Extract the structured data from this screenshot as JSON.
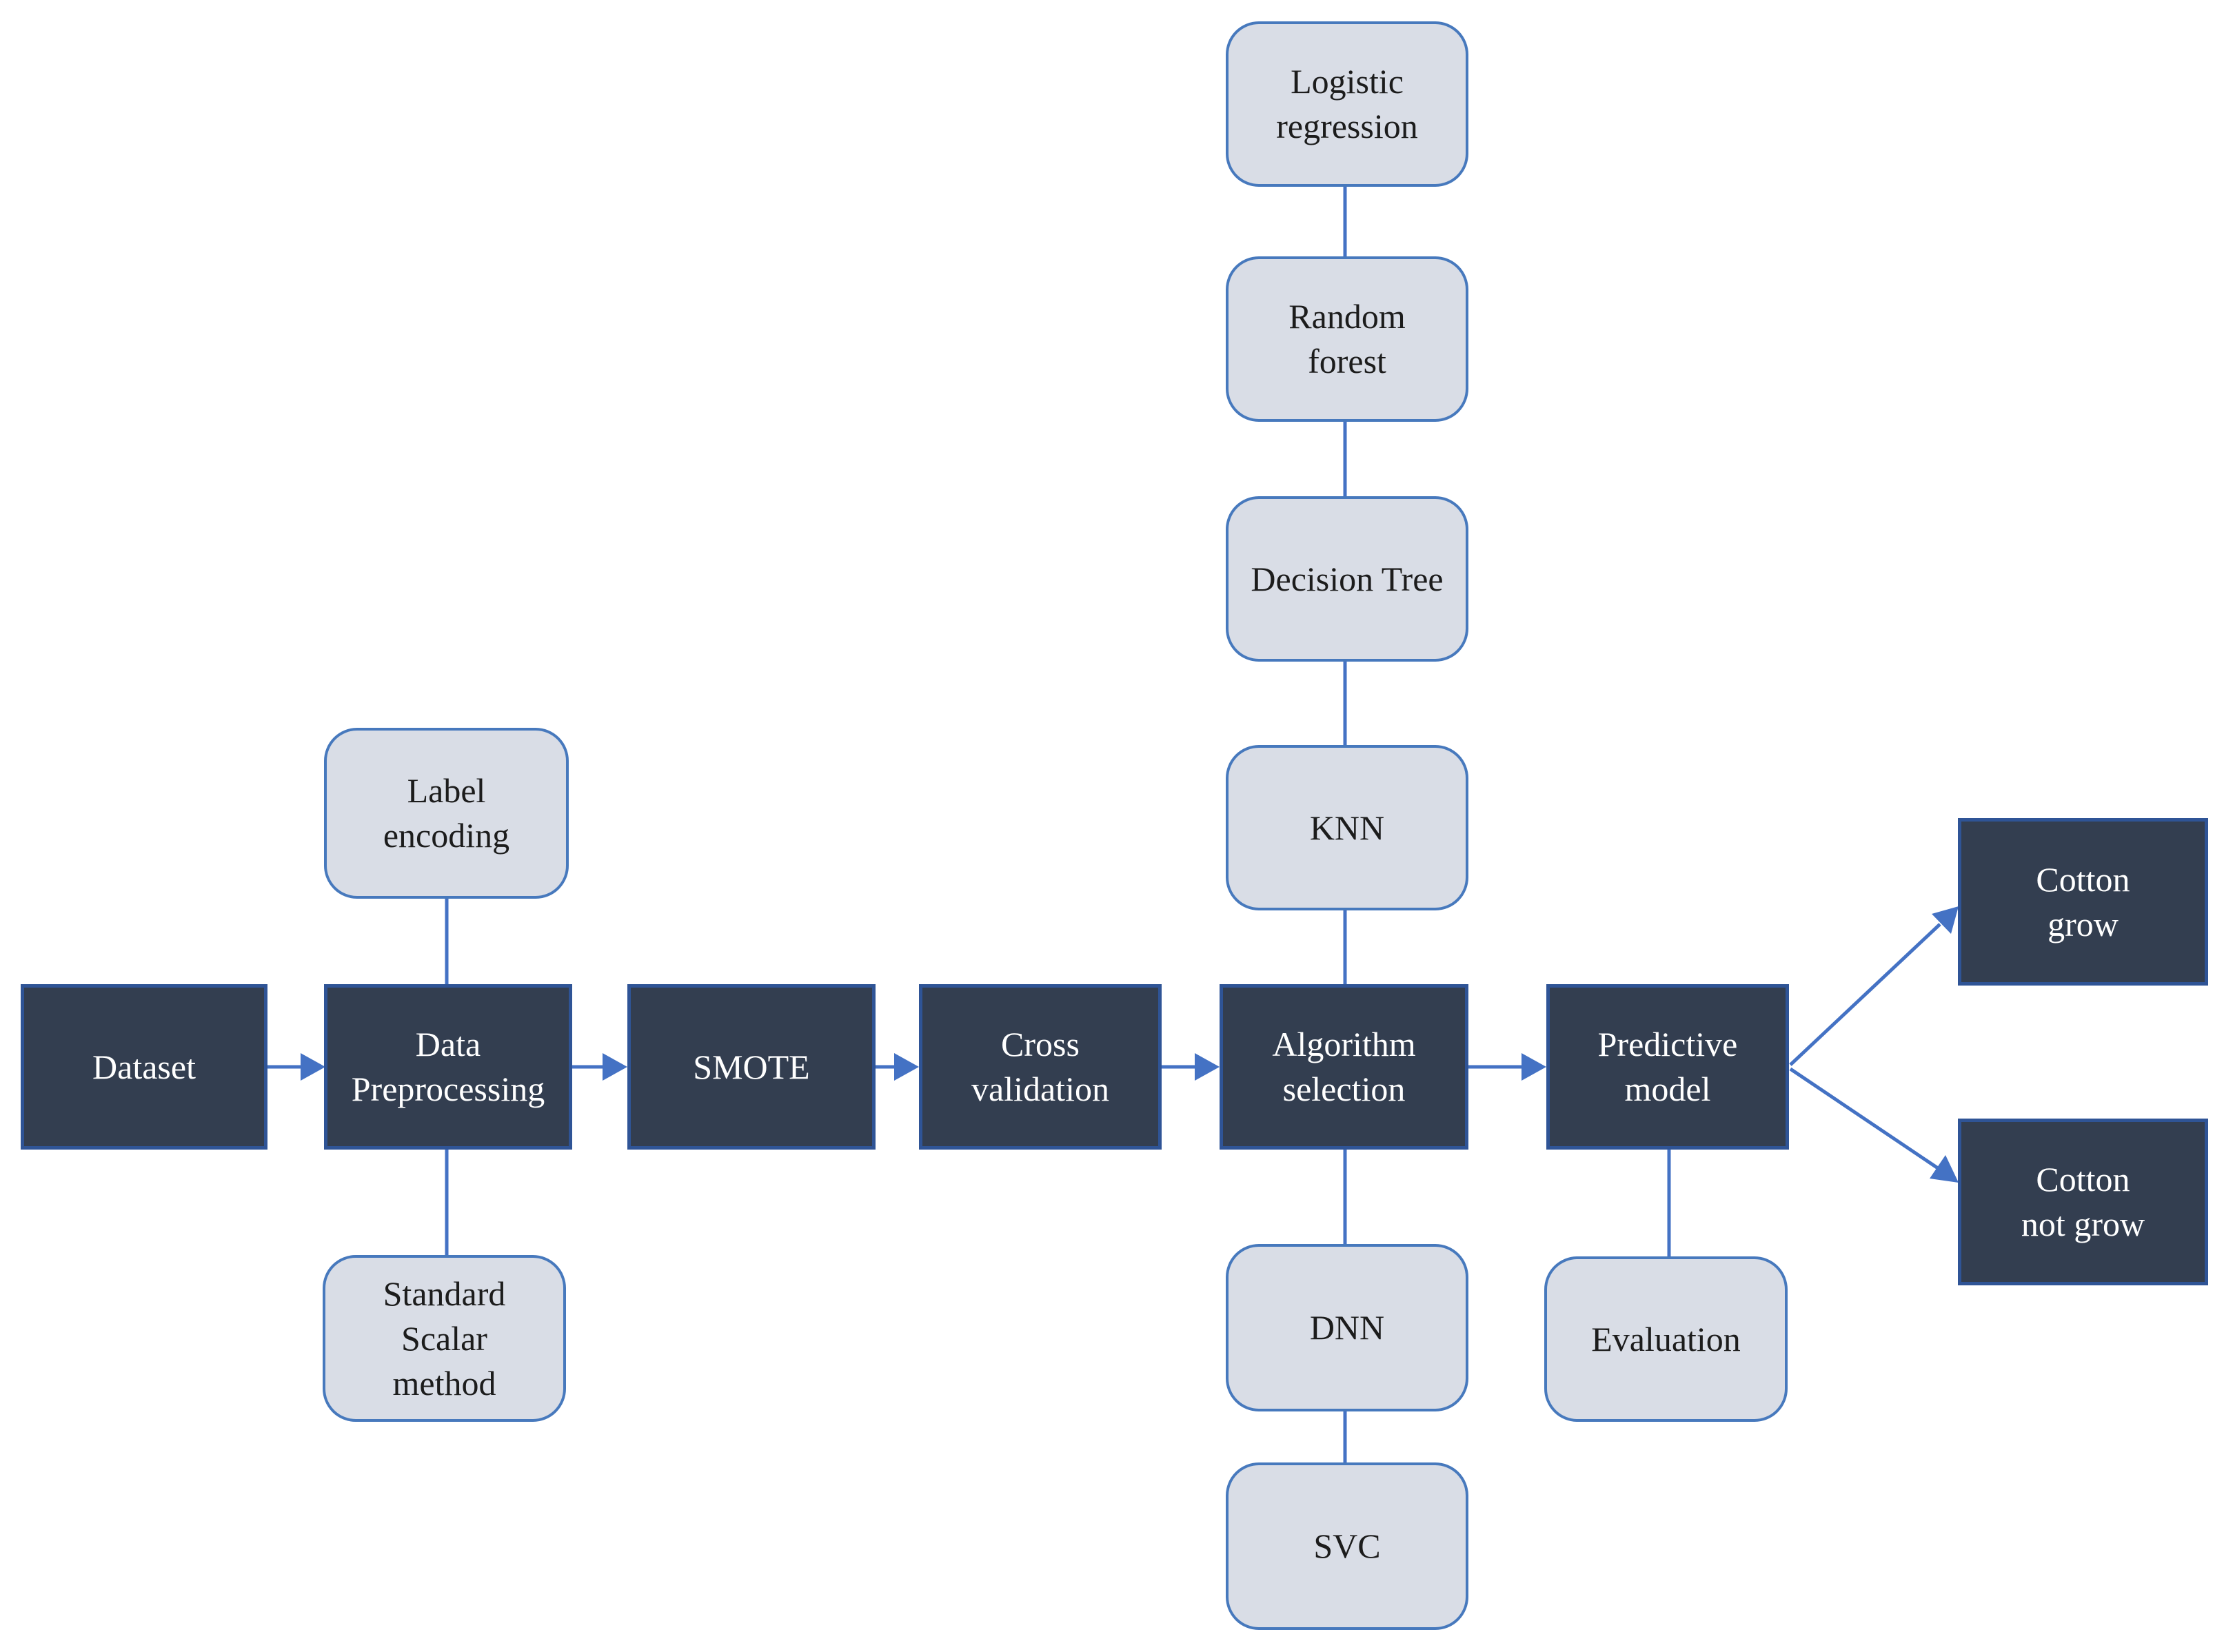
{
  "colors": {
    "accent": "#4472c4",
    "dark_fill": "#333e50",
    "dark_border": "#2f5496",
    "dark_text": "#ffffff",
    "light_fill": "#d9dde6",
    "light_border": "#4779bd",
    "light_text": "#1c1c1c",
    "background": "#ffffff"
  },
  "nodes": {
    "dataset": {
      "label": "Dataset",
      "kind": "process"
    },
    "data_preprocessing": {
      "label": "Data\nPreprocessing",
      "kind": "process"
    },
    "smote": {
      "label": "SMOTE",
      "kind": "process"
    },
    "cross_validation": {
      "label": "Cross\nvalidation",
      "kind": "process"
    },
    "algorithm_selection": {
      "label": "Algorithm\nselection",
      "kind": "process"
    },
    "predictive_model": {
      "label": "Predictive\nmodel",
      "kind": "process"
    },
    "cotton_grow": {
      "label": "Cotton\ngrow",
      "kind": "outcome"
    },
    "cotton_not_grow": {
      "label": "Cotton\nnot grow",
      "kind": "outcome"
    },
    "logistic_regression": {
      "label": "Logistic\nregression",
      "kind": "option"
    },
    "random_forest": {
      "label": "Random\nforest",
      "kind": "option"
    },
    "decision_tree": {
      "label": "Decision Tree",
      "kind": "option"
    },
    "knn": {
      "label": "KNN",
      "kind": "option"
    },
    "dnn": {
      "label": "DNN",
      "kind": "option"
    },
    "svc": {
      "label": "SVC",
      "kind": "option"
    },
    "label_encoding": {
      "label": "Label\nencoding",
      "kind": "option"
    },
    "standard_scalar": {
      "label": "Standard\nScalar\nmethod",
      "kind": "option"
    },
    "evaluation": {
      "label": "Evaluation",
      "kind": "option"
    }
  }
}
